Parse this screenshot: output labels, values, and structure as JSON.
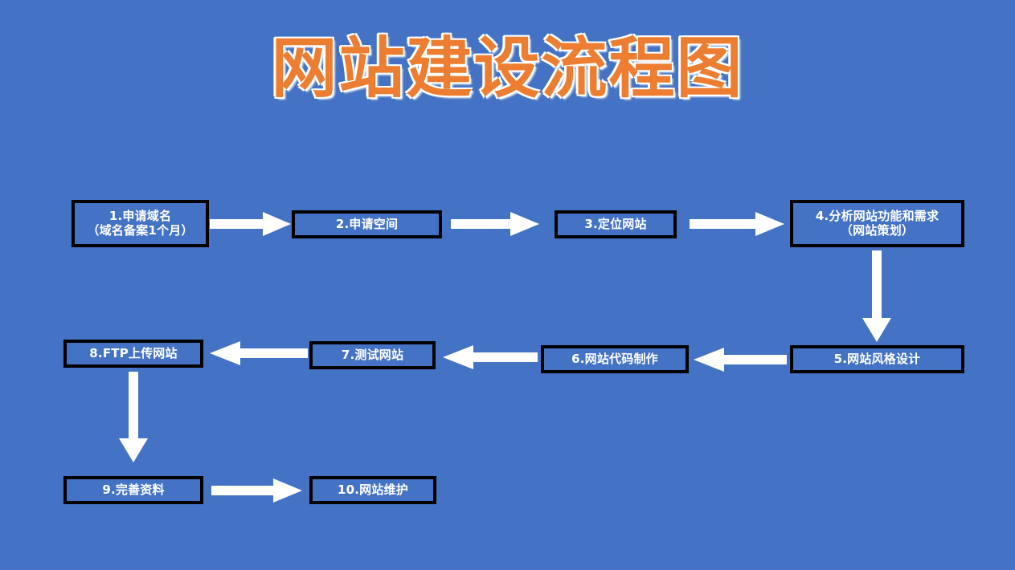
{
  "page": {
    "title": "网站建设流程图",
    "background_color": "#4472C4",
    "title_color": "#ED7D31",
    "title_outline_color": "#FFFFFF",
    "node_fill_color": "#4472C4",
    "node_border_color": "#000000",
    "node_text_color": "#FFFFFF",
    "arrow_color": "#FFFFFF"
  },
  "chart_data": {
    "type": "diagram",
    "title": "网站建设流程图",
    "nodes": [
      {
        "id": "1",
        "lines": [
          "1.申请域名",
          "（域名备案1个月）"
        ]
      },
      {
        "id": "2",
        "lines": [
          "2.申请空间"
        ]
      },
      {
        "id": "3",
        "lines": [
          "3.定位网站"
        ]
      },
      {
        "id": "4",
        "lines": [
          "4.分析网站功能和需求",
          "（网站策划）"
        ]
      },
      {
        "id": "5",
        "lines": [
          "5.网站风格设计"
        ]
      },
      {
        "id": "6",
        "lines": [
          "6.网站代码制作"
        ]
      },
      {
        "id": "7",
        "lines": [
          "7.测试网站"
        ]
      },
      {
        "id": "8",
        "lines": [
          "8.FTP上传网站"
        ]
      },
      {
        "id": "9",
        "lines": [
          "9.完善资料"
        ]
      },
      {
        "id": "10",
        "lines": [
          "10.网站维护"
        ]
      }
    ],
    "edges": [
      {
        "from": "1",
        "to": "2",
        "direction": "right"
      },
      {
        "from": "2",
        "to": "3",
        "direction": "right"
      },
      {
        "from": "3",
        "to": "4",
        "direction": "right"
      },
      {
        "from": "4",
        "to": "5",
        "direction": "down"
      },
      {
        "from": "5",
        "to": "6",
        "direction": "left"
      },
      {
        "from": "6",
        "to": "7",
        "direction": "left"
      },
      {
        "from": "7",
        "to": "8",
        "direction": "left"
      },
      {
        "from": "8",
        "to": "9",
        "direction": "down"
      },
      {
        "from": "9",
        "to": "10",
        "direction": "right"
      }
    ]
  },
  "nodes": {
    "n1": {
      "line1": "1.申请域名",
      "line2": "（域名备案1个月）"
    },
    "n2": {
      "line1": "2.申请空间"
    },
    "n3": {
      "line1": "3.定位网站"
    },
    "n4": {
      "line1": "4.分析网站功能和需求",
      "line2": "（网站策划）"
    },
    "n5": {
      "line1": "5.网站风格设计"
    },
    "n6": {
      "line1": "6.网站代码制作"
    },
    "n7": {
      "line1": "7.测试网站"
    },
    "n8": {
      "line1": "8.FTP上传网站"
    },
    "n9": {
      "line1": "9.完善资料"
    },
    "n10": {
      "line1": "10.网站维护"
    }
  }
}
